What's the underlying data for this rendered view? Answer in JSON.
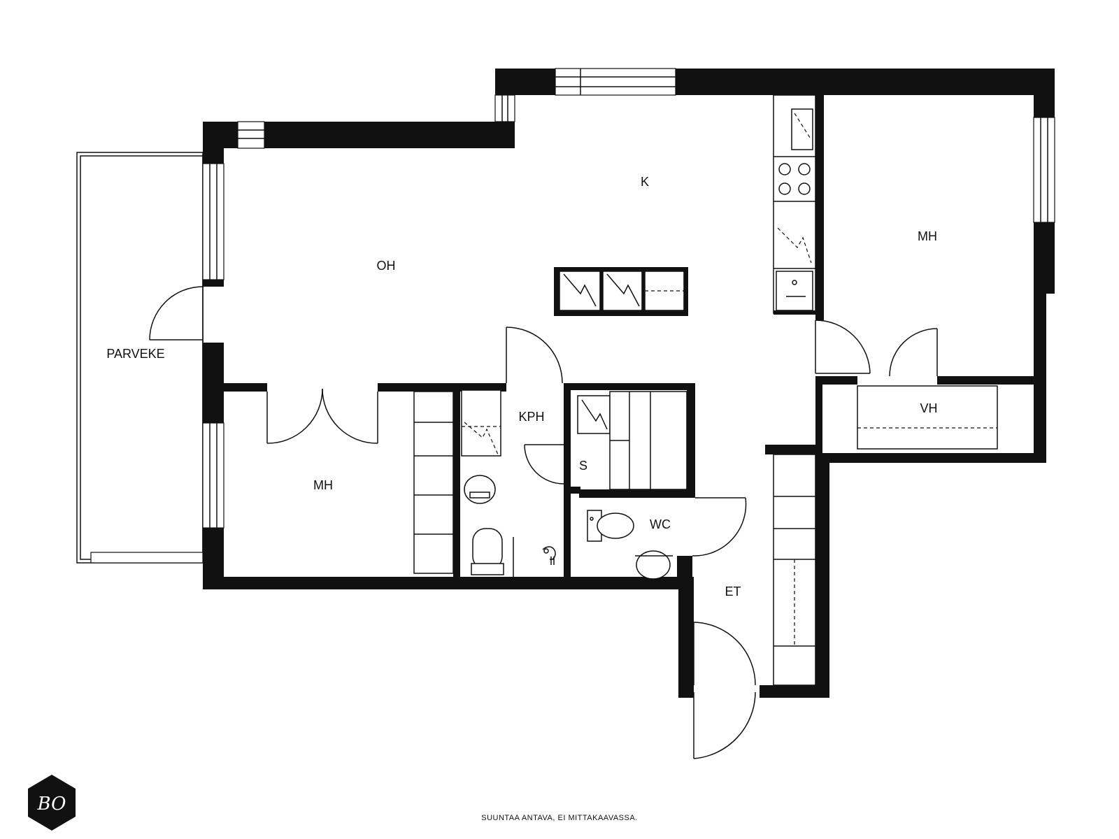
{
  "rooms": {
    "k": "K",
    "oh": "OH",
    "mh_right": "MH",
    "parveke": "PARVEKE",
    "kph": "KPH",
    "vh": "VH",
    "mh_left": "MH",
    "s": "S",
    "wc": "WC",
    "et": "ET"
  },
  "footer": {
    "disclaimer": "SUUNTAA ANTAVA, EI MITTAKAAVASSA."
  },
  "logo": {
    "text": "BO",
    "icon": "hexagon-logo-icon"
  },
  "colors": {
    "wall": "#111111",
    "background": "#ffffff"
  }
}
